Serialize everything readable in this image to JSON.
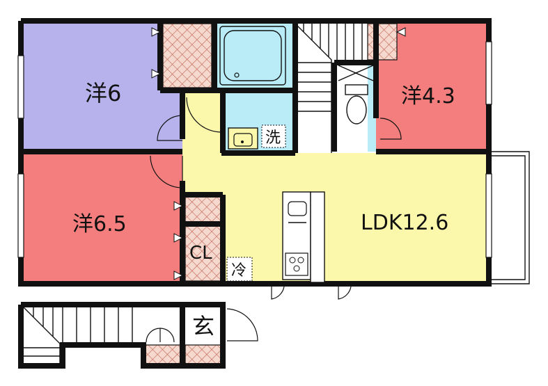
{
  "rooms": {
    "western_6": {
      "label": "洋6",
      "color": "#b7b2ec"
    },
    "western_4_3": {
      "label": "洋4.3",
      "color": "#f47d7d"
    },
    "western_6_5": {
      "label": "洋6.5",
      "color": "#f47d7d"
    },
    "ldk": {
      "label": "LDK12.6",
      "color": "#fbf8ab"
    },
    "closet": {
      "label": "CL"
    },
    "entrance": {
      "label": "玄"
    },
    "washroom": {
      "label": "洗"
    },
    "fridge": {
      "label": "冷"
    }
  },
  "colors": {
    "water": "#b9ecf6",
    "storage": "#f5d9cf",
    "storage_hatch": "#c46a5a",
    "wall": "#111111"
  }
}
